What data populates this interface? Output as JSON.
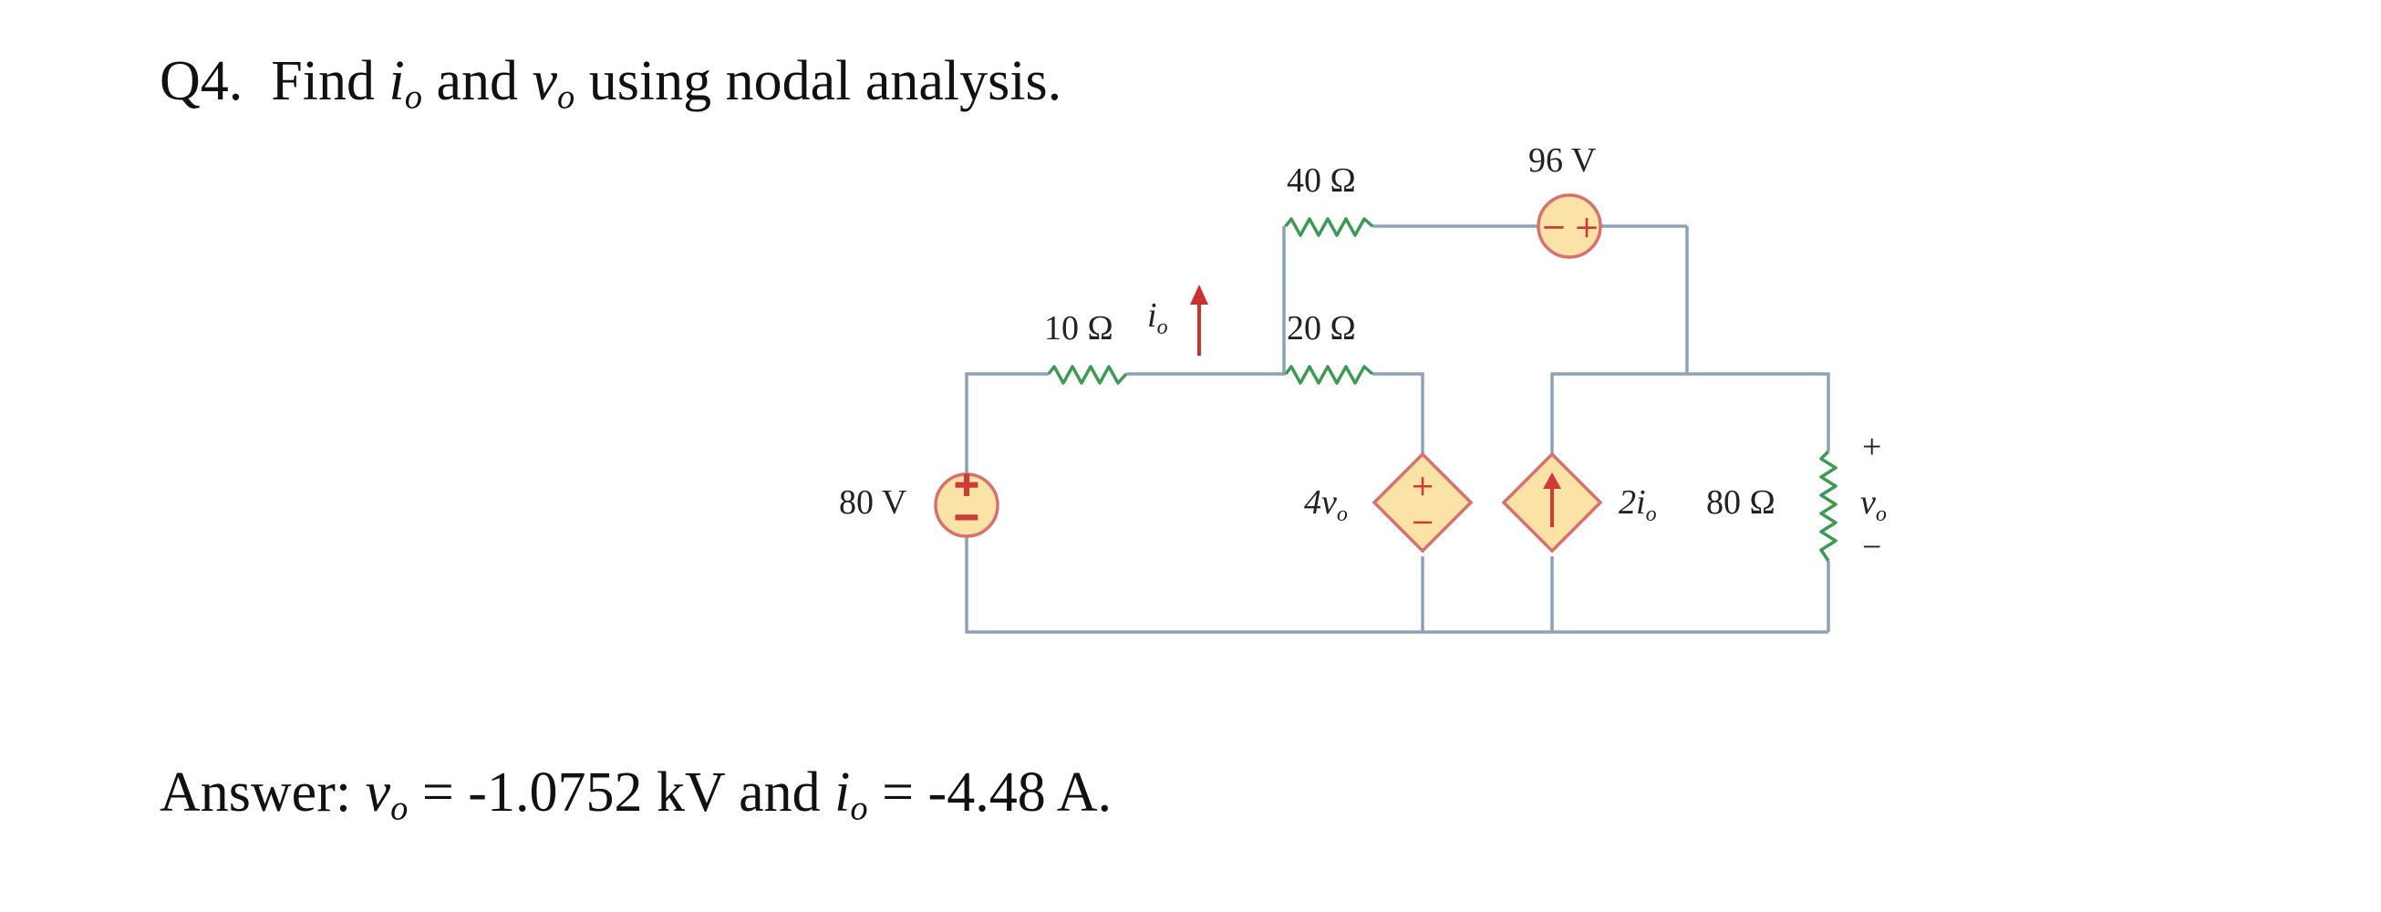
{
  "question": {
    "label": "Q4.",
    "text_find": "Find",
    "var_i": "i",
    "var_v": "v",
    "sub_o": "o",
    "text_and": "and",
    "text_rest": "using nodal analysis."
  },
  "circuit": {
    "r_10": "10 Ω",
    "r_40": "40 Ω",
    "r_20": "20 Ω",
    "r_80": "80 Ω",
    "v_80": "80 V",
    "v_96": "96 V",
    "dep_voltage": "4v",
    "dep_current_coef": "2i",
    "current_label": "i",
    "vo_label": "v",
    "sub": "o",
    "plus": "+",
    "minus": "−",
    "src_plus": "+",
    "src_minus": "−"
  },
  "answer": {
    "prefix": "Answer:",
    "var_v": "v",
    "var_i": "i",
    "sub_o": "o",
    "eq_v": "= -1.0752 kV",
    "text_and": "and",
    "eq_i": "= -4.48 A."
  },
  "colors": {
    "wire": "#8da2b8",
    "resistor": "#3d9a52",
    "source_fill": "#fbe3a7",
    "source_stroke": "#d9706d",
    "arrow": "#c9322e"
  }
}
